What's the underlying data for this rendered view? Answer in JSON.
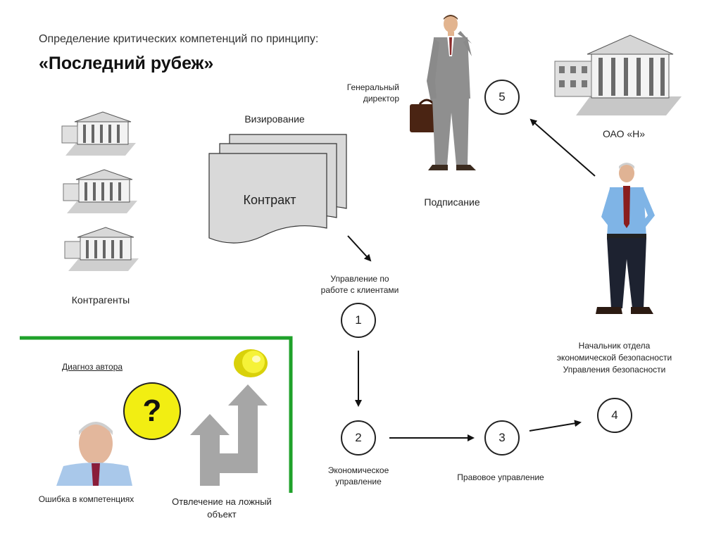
{
  "header": {
    "subtitle": "Определение критических компетенций по принципу:",
    "title": "«Последний рубеж»"
  },
  "labels": {
    "counterparties": "Контрагенты",
    "approval": "Визирование",
    "contract": "Контракт",
    "ceo": "Генеральный директор",
    "signing": "Подписание",
    "company": "ОАО «Н»",
    "client_dept": "Управление по работе с клиентами",
    "security_head": "Начальник отдела экономической безопасности Управления безопасности",
    "economic_dept": "Экономическое управление",
    "legal_dept": "Правовое управление",
    "author_diagnosis": "Диагноз автора",
    "competence_error": "Ошибка в компетенциях",
    "distraction": "Отвлечение на ложный объект"
  },
  "steps": {
    "s1": "1",
    "s2": "2",
    "s3": "3",
    "s4": "4",
    "s5": "5"
  },
  "question_mark": "?",
  "colors": {
    "green_frame": "#1fa12a",
    "yellow": "#f2ee12",
    "arrow_gray": "#a6a6a6",
    "doc_fill": "#d9d9d9"
  },
  "icons": [
    "building-icon",
    "document-stack-icon",
    "businessman-icon",
    "manager-icon",
    "question-icon",
    "fork-arrow-icon",
    "pushpin-icon"
  ]
}
